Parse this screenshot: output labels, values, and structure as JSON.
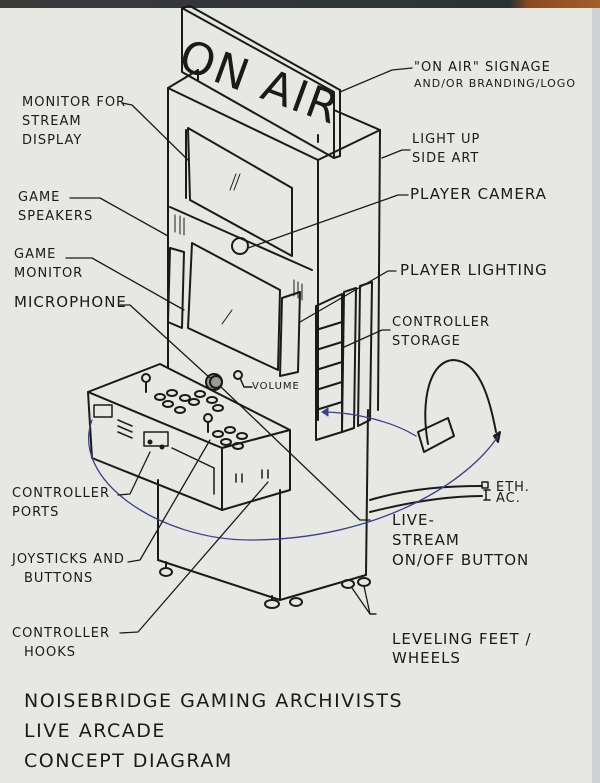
{
  "diagram": {
    "sign_text": "ON AIR",
    "volume_label": "Volume",
    "labels": {
      "on_air_signage": [
        "\"ON AIR\" Signage",
        "and/or Branding/Logo"
      ],
      "monitor_stream": [
        "Monitor for",
        "Stream",
        "Display"
      ],
      "light_up_side_art": [
        "Light Up",
        "Side Art"
      ],
      "player_camera": [
        "Player Camera"
      ],
      "game_speakers": [
        "Game",
        "Speakers"
      ],
      "game_monitor": [
        "Game",
        "Monitor"
      ],
      "player_lighting": [
        "Player Lighting"
      ],
      "microphone": [
        "MicroPhone"
      ],
      "controller_storage": [
        "Controller",
        "Storage"
      ],
      "eth": [
        "Eth."
      ],
      "ac": [
        "AC."
      ],
      "controller_ports": [
        "Controller",
        "Ports"
      ],
      "live_stream_button": [
        "Live-",
        "Stream",
        "On/Off Button"
      ],
      "joysticks_buttons": [
        "Joysticks and",
        "Buttons"
      ],
      "controller_hooks": [
        "Controller",
        "Hooks"
      ],
      "leveling_feet": [
        "Leveling Feet /",
        "Wheels"
      ]
    },
    "title_lines": [
      "NoiseBridge Gaming Archivists",
      "Live Arcade",
      "Concept Diagram"
    ],
    "colors": {
      "ink": "#1a1a1a",
      "blue_ink": "#3a3f8f",
      "paper": "#e7e8e4"
    }
  }
}
